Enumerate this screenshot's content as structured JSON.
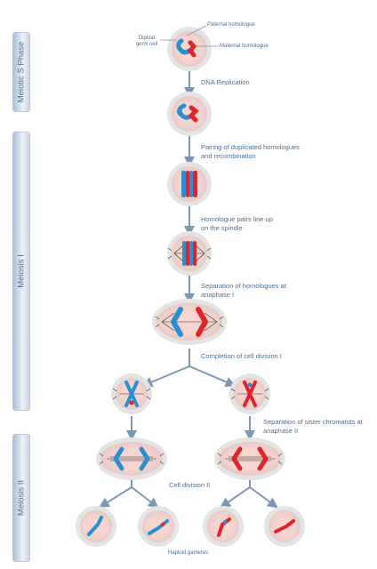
{
  "phases": {
    "s_phase": "Meiotic S Phase",
    "meiosis_1": "Meiosis I",
    "meiosis_2": "Meiosis II"
  },
  "labels": {
    "diploid_germ_cell": "Diploid germ cell",
    "paternal_homologue": "Paternal homologue",
    "maternal_homologue": "Maternal homologue",
    "dna_replication": "DNA Replication",
    "pairing_line1": "Pairing of duplicated homologues",
    "pairing_line2": "and recombination",
    "lineup_line1": "Homologue pairs line up",
    "lineup_line2": "on the spindle",
    "separation_line1": "Separation of homologues at",
    "separation_line2": "anaphase I",
    "completion": "Completion of cell division I",
    "sister_line1": "Separation of sister chromatids at",
    "sister_line2": "anaphase II",
    "cell_division_2": "Cell division II",
    "haploid_gametes": "Haploid gametes"
  },
  "colors": {
    "paternal": "#2a8fd0",
    "maternal": "#e3232a",
    "cell_fill": "#f6dcd7",
    "cell_outer": "#e7e7e7",
    "arrow": "#7f97b3",
    "text": "#4f6f91"
  }
}
